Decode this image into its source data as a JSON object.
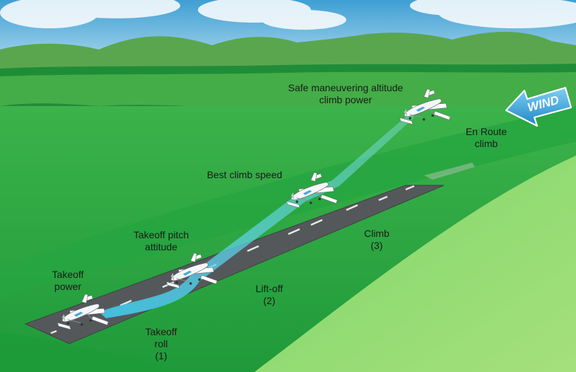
{
  "labels": {
    "safe_maneuvering": [
      "Safe maneuvering altitude",
      "climb power"
    ],
    "en_route": [
      "En Route",
      "climb"
    ],
    "best_climb": "Best climb speed",
    "pitch": [
      "Takeoff pitch",
      "attitude"
    ],
    "climb": [
      "Climb",
      "(3)"
    ],
    "takeoff_power": [
      "Takeoff",
      "power"
    ],
    "liftoff": [
      "Lift-off",
      "(2)"
    ],
    "takeoff_roll": [
      "Takeoff",
      "roll",
      "(1)"
    ]
  },
  "wind": {
    "text": "WIND",
    "direction": "left"
  },
  "colors": {
    "sky": "#7ec3e4",
    "hills": "#5aa64f",
    "field": "#2fb244",
    "runway": "#55585b",
    "trail": "#56d3ef",
    "wind_arrow": "#2a9fd6"
  }
}
